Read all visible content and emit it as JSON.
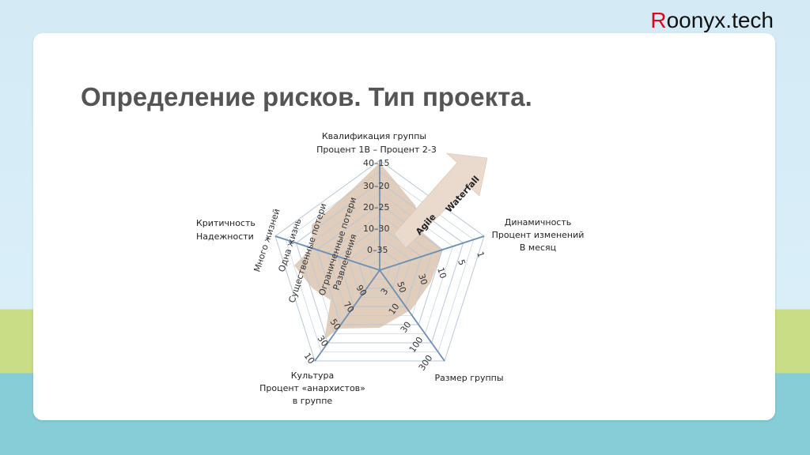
{
  "brand": {
    "first_letter": "R",
    "rest": "oonyx.tech"
  },
  "slide": {
    "title": "Определение рисков. Тип проекта."
  },
  "diagram": {
    "axes": {
      "top": {
        "line1": "Квалификация группы",
        "line2": "Процент 1В – Процент 2-3"
      },
      "right": {
        "line1": "Динамичность",
        "line2": "Процент изменений",
        "line3": "В месяц"
      },
      "bottom_right": {
        "line1": "Размер группы"
      },
      "bottom_left": {
        "line1": "Культура",
        "line2": "Процент «анархистов»",
        "line3": "в группе"
      },
      "left": {
        "line1": "Критичность",
        "line2": "Надежности"
      }
    },
    "ticks_top": [
      "0–35",
      "10–30",
      "20–25",
      "30–20",
      "40–15"
    ],
    "ticks_right": [
      "50",
      "30",
      "10",
      "5",
      "1"
    ],
    "ticks_bottom_right": [
      "3",
      "10",
      "30",
      "100",
      "300"
    ],
    "ticks_bottom_left": [
      "90",
      "70",
      "50",
      "30",
      "10"
    ],
    "ticks_left": [
      "Развлечения",
      "Ограниченные потери",
      "Существенные потери",
      "Одна жизнь",
      "Много жизней"
    ],
    "arrow": {
      "agile": "Agile",
      "waterfall": "Waterfall"
    },
    "colors": {
      "fill": "#ddc8b5",
      "grid": "#b8c8d6",
      "spoke": "#6d8fb3",
      "arrow": "#e8d9cc"
    }
  }
}
